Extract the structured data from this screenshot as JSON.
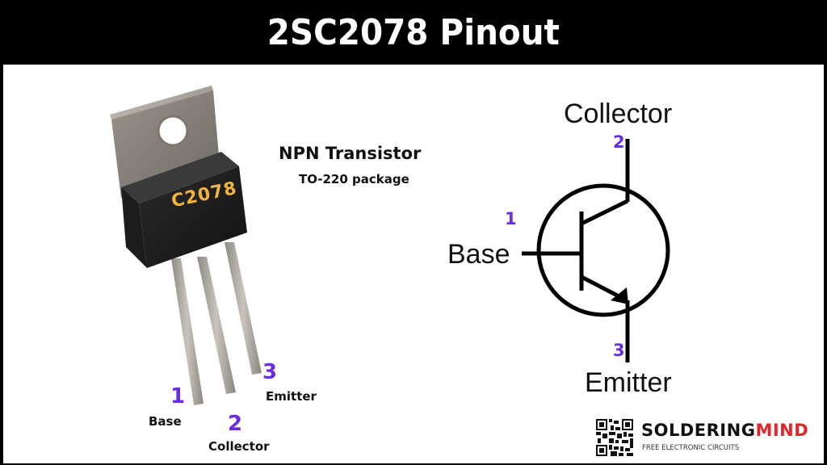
{
  "header": {
    "title": "2SC2078 Pinout"
  },
  "info": {
    "type": "NPN Transistor",
    "package": "TO-220 package"
  },
  "component": {
    "marking": "C2078",
    "marking_color": "#f2b33d",
    "pins": [
      {
        "number": "1",
        "name": "Base"
      },
      {
        "number": "2",
        "name": "Collector"
      },
      {
        "number": "3",
        "name": "Emitter"
      }
    ]
  },
  "schematic": {
    "collector": {
      "number": "2",
      "label": "Collector"
    },
    "base": {
      "number": "1",
      "label": "Base"
    },
    "emitter": {
      "number": "3",
      "label": "Emitter"
    }
  },
  "brand": {
    "name_part1": "SOLDERING",
    "name_part2": "MIND",
    "tagline": "FREE ELECTRONIC CIRCUITS",
    "accent_color": "#e8242b"
  },
  "colors": {
    "pin_number": "#6a2ee0",
    "header_bg": "#000000"
  }
}
